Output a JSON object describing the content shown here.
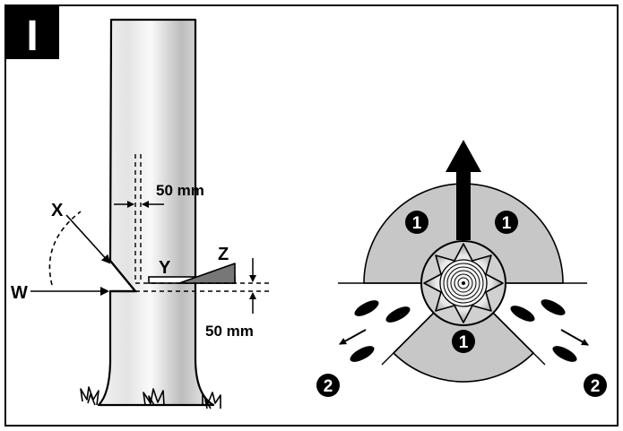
{
  "panel": {
    "label": "I"
  },
  "labels": {
    "x": "X",
    "w": "W",
    "y": "Y",
    "z": "Z",
    "dim_horizontal": "50 mm",
    "dim_vertical": "50 mm"
  },
  "badges": {
    "one": "1",
    "two": "2"
  },
  "colors": {
    "stroke": "#000000",
    "zone_gray": "#c7c7c7",
    "badge_fill": "#000000",
    "badge_text": "#ffffff"
  }
}
